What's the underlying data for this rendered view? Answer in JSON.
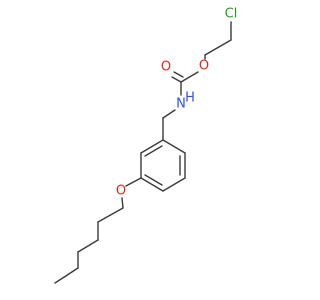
{
  "molecule": {
    "atoms": {
      "chlorine": {
        "label": "Cl",
        "color": "#22a01c"
      },
      "ester_oxygen": {
        "label": "O",
        "color": "#e8261e"
      },
      "carbonyl_oxygen": {
        "label": "O",
        "color": "#e8261e"
      },
      "amide_nitrogen": {
        "label": "N",
        "color": "#3050f0"
      },
      "amide_hydrogen": {
        "label": "H",
        "color": "#3050f0"
      },
      "ether_oxygen": {
        "label": "O",
        "color": "#e8261e"
      }
    },
    "bond_color": "#3a3a3a"
  }
}
